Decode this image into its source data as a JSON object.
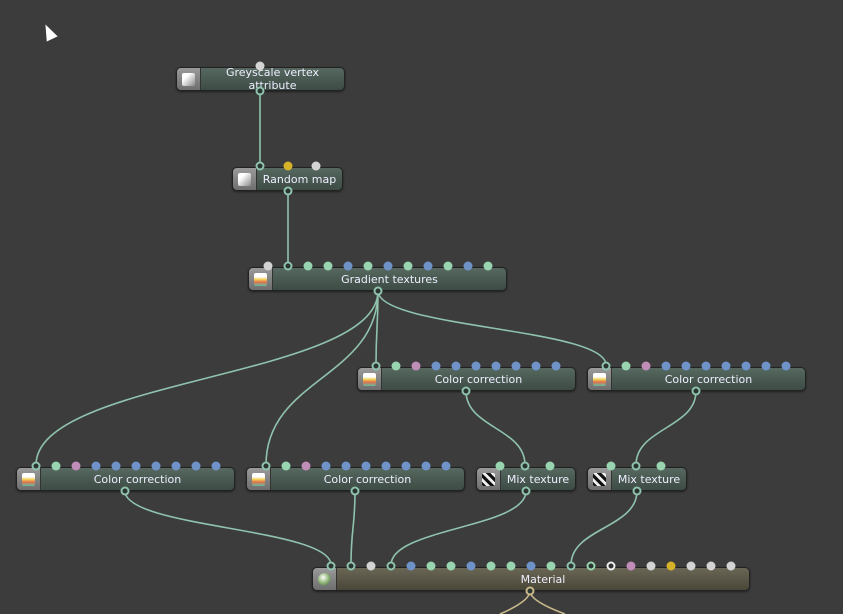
{
  "colors": {
    "background": "#3c3c3c",
    "wire": "#8fc3ad",
    "material_wire": "#c9b98a",
    "grey": "#d4d4d4",
    "green": "#98d4b0",
    "blue": "#6f93c8",
    "pink": "#c08cb8",
    "yellow": "#d6b229"
  },
  "nodes": [
    {
      "id": "greyscale",
      "label": "Greyscale vertex attribute",
      "icon": "vertex-attribute-icon",
      "pins": [
        "grey"
      ]
    },
    {
      "id": "random",
      "label": "Random map",
      "icon": "random-map-icon",
      "pins": [
        "conn",
        "yellow",
        "grey"
      ]
    },
    {
      "id": "gradient",
      "label": "Gradient textures",
      "icon": "gradient-icon",
      "pins": [
        "grey",
        "conn",
        "green",
        "green",
        "blue",
        "green",
        "blue",
        "green",
        "blue",
        "green",
        "blue",
        "green"
      ]
    },
    {
      "id": "cc1",
      "label": "Color correction",
      "icon": "color-correction-icon",
      "pins": [
        "conn",
        "green",
        "pink",
        "blue",
        "blue",
        "blue",
        "blue",
        "blue",
        "blue",
        "blue"
      ]
    },
    {
      "id": "cc2",
      "label": "Color correction",
      "icon": "color-correction-icon",
      "pins": [
        "conn",
        "green",
        "pink",
        "blue",
        "blue",
        "blue",
        "blue",
        "blue",
        "blue",
        "blue"
      ]
    },
    {
      "id": "cc3",
      "label": "Color correction",
      "icon": "color-correction-icon",
      "pins": [
        "conn",
        "green",
        "pink",
        "blue",
        "blue",
        "blue",
        "blue",
        "blue",
        "blue",
        "blue"
      ]
    },
    {
      "id": "cc4",
      "label": "Color correction",
      "icon": "color-correction-icon",
      "pins": [
        "conn",
        "green",
        "pink",
        "blue",
        "blue",
        "blue",
        "blue",
        "blue",
        "blue",
        "blue"
      ]
    },
    {
      "id": "mix1",
      "label": "Mix texture",
      "icon": "mix-texture-icon",
      "pins": [
        "green",
        "conn",
        "green"
      ]
    },
    {
      "id": "mix2",
      "label": "Mix texture",
      "icon": "mix-texture-icon",
      "pins": [
        "green",
        "conn",
        "green"
      ]
    },
    {
      "id": "material",
      "label": "Material",
      "icon": "material-icon",
      "pins": [
        "conn",
        "conn",
        "grey",
        "conn",
        "blue",
        "green",
        "green",
        "blue",
        "green",
        "green",
        "blue",
        "green",
        "conn",
        "ring-dark",
        "ring-white",
        "pink",
        "grey",
        "yellow",
        "grey",
        "grey",
        "grey"
      ]
    }
  ]
}
